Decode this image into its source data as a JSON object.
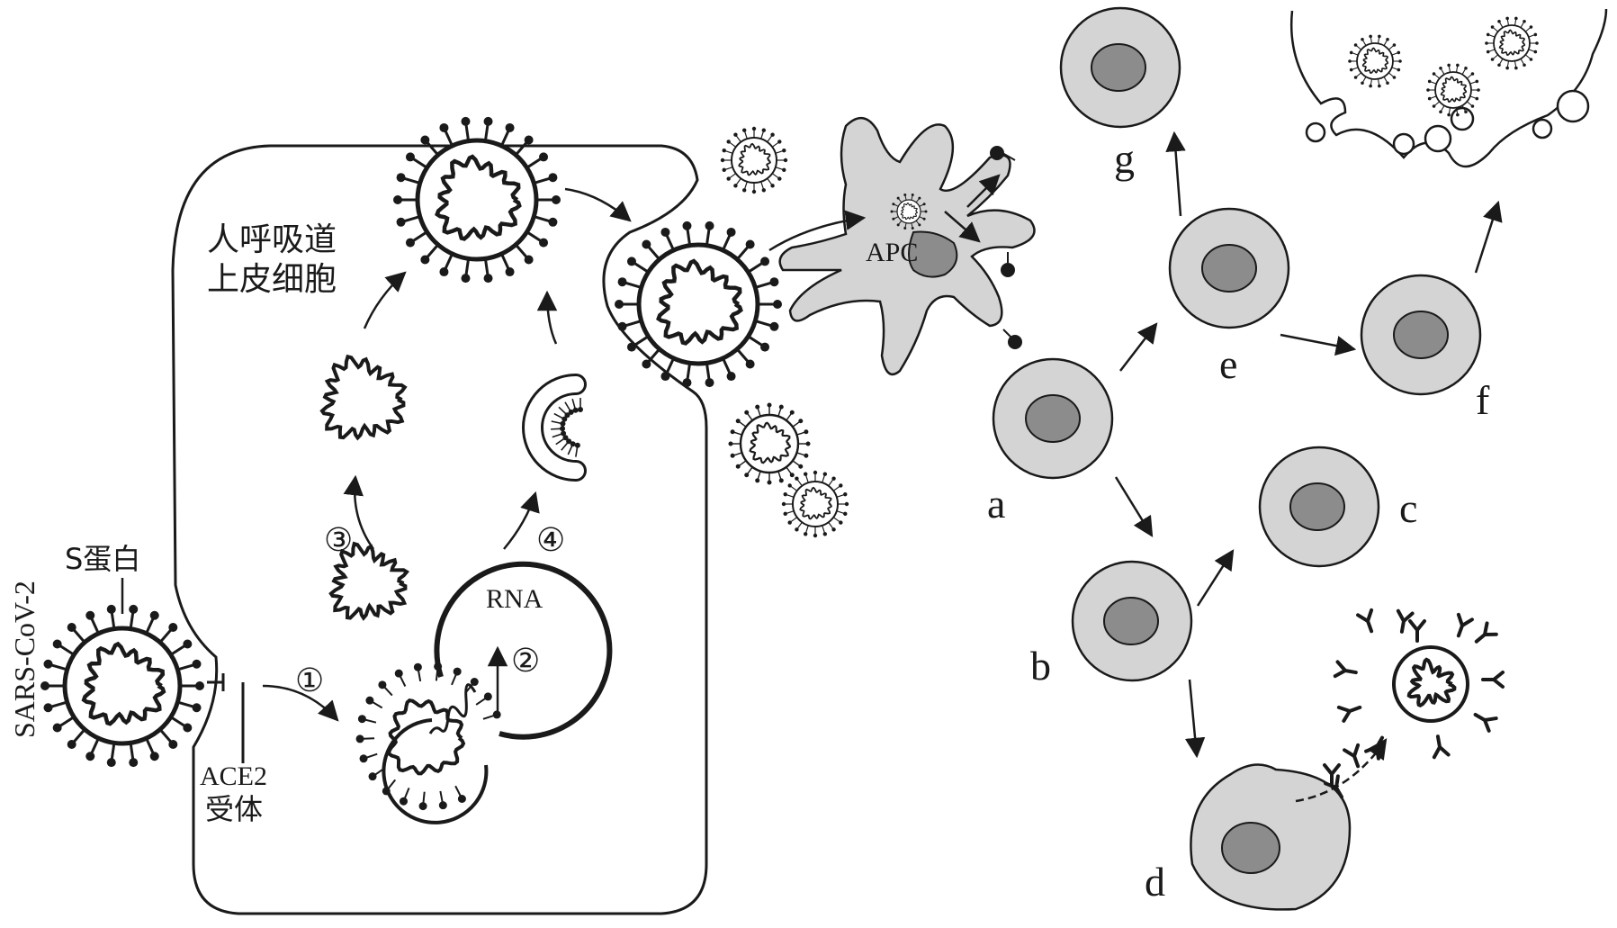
{
  "labels": {
    "epithelial_cell": [
      "人呼吸道",
      "上皮细胞"
    ],
    "virus": "SARS-CoV-2",
    "s_protein": "S蛋白",
    "receptor": [
      "ACE2",
      "受体"
    ],
    "rna": "RNA",
    "apc": "APC",
    "steps": [
      "①",
      "②",
      "③",
      "④"
    ],
    "cells": {
      "a": "a",
      "b": "b",
      "c": "c",
      "d": "d",
      "e": "e",
      "f": "f",
      "g": "g"
    }
  },
  "colors": {
    "line": "#1a1a1a",
    "cell_fill": "#d4d4d4",
    "nucleus_fill": "#8c8c8c",
    "background": "#ffffff"
  }
}
